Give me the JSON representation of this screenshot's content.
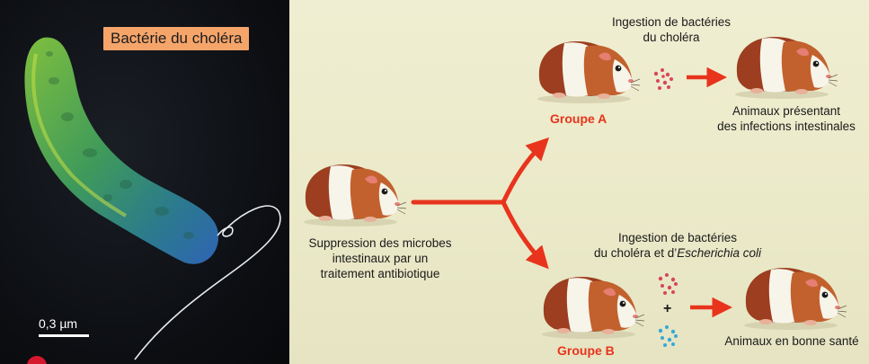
{
  "photo": {
    "label": "Bactérie du choléra",
    "scale": "0,3 µm"
  },
  "diagram": {
    "start_caption": [
      "Suppression des microbes",
      "intestinaux par un",
      "traitement antibiotique"
    ],
    "group_a": {
      "label": "Groupe A",
      "ingestion": [
        "Ingestion de bactéries",
        "du choléra"
      ],
      "result": [
        "Animaux présentant",
        "des infections intestinales"
      ]
    },
    "group_b": {
      "label": "Groupe B",
      "ingestion_line1": "Ingestion de bactéries",
      "ingestion_line2_prefix": "du choléra et d’",
      "ingestion_line2_italic": "Escherichia coli",
      "plus": "+",
      "result": "Animaux en bonne santé"
    }
  },
  "colors": {
    "arrow": "#e8341c",
    "cholera_dots": "#d8455e",
    "ecoli_dots": "#35a9d8",
    "label_bg": "#f6a56a",
    "bacterium_body": "#3f9a5a",
    "fur_brown": "#9c3e1f",
    "fur_white": "#f7f4ea"
  }
}
